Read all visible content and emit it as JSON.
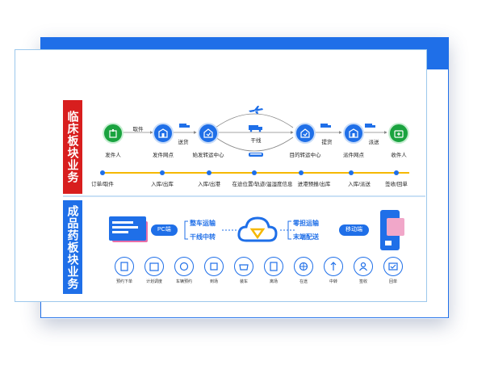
{
  "sections": {
    "clinical": "临床板块业务",
    "product": "成品药板块业务"
  },
  "clinical": {
    "nodes": [
      "发件人",
      "发件网点",
      "始发转运中心",
      "目的转运中心",
      "派件网点",
      "收件人"
    ],
    "edges": {
      "pickup": "取件",
      "deliver_in": "送货",
      "trunk": "干线",
      "pickup_goods": "提货",
      "dispatch": "派送"
    },
    "timeline": [
      "订单/取件",
      "入库/出库",
      "入库/出港",
      "在途位置/轨迹/温湿度信息",
      "进港预报/出库",
      "入库/派送",
      "签收/回单"
    ]
  },
  "product": {
    "pc_label": "PC端",
    "mobile_label": "移动端",
    "left_tags": [
      "整车运输",
      "干线中转"
    ],
    "right_tags": [
      "零担运输",
      "末端配送"
    ],
    "features": [
      "预约下单",
      "计划调度",
      "车辆预约",
      "到场",
      "装车",
      "离场",
      "在途",
      "中转",
      "签收",
      "回单"
    ]
  },
  "colors": {
    "accent": "#1f6fe8",
    "clinical_red": "#d81e1e",
    "node_green": "#1aa33f",
    "timeline_yellow": "#f5b800"
  }
}
